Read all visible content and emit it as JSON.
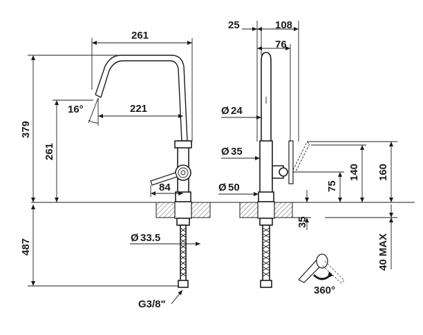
{
  "front_view": {
    "dim_spout_reach": "261",
    "dim_total_height": "379",
    "dim_spout_height": "261",
    "dim_angle": "16°",
    "dim_spout_offset": "221",
    "dim_handle_offset": "84",
    "dim_below_deck": "487",
    "dim_hose_diameter": "33.5",
    "connection_label": "G3/8\""
  },
  "side_view": {
    "dim_top_25": "25",
    "dim_top_108": "108",
    "dim_top_76": "76",
    "dim_dia_24": "24",
    "dim_dia_35": "35",
    "dim_dia_50": "50",
    "dim_75": "75",
    "dim_140": "140",
    "dim_160": "160",
    "dim_deck_35": "35",
    "dim_deck_max": "40 MAX"
  },
  "rotation": {
    "label": "360°"
  },
  "diameter_symbol": "Ø"
}
